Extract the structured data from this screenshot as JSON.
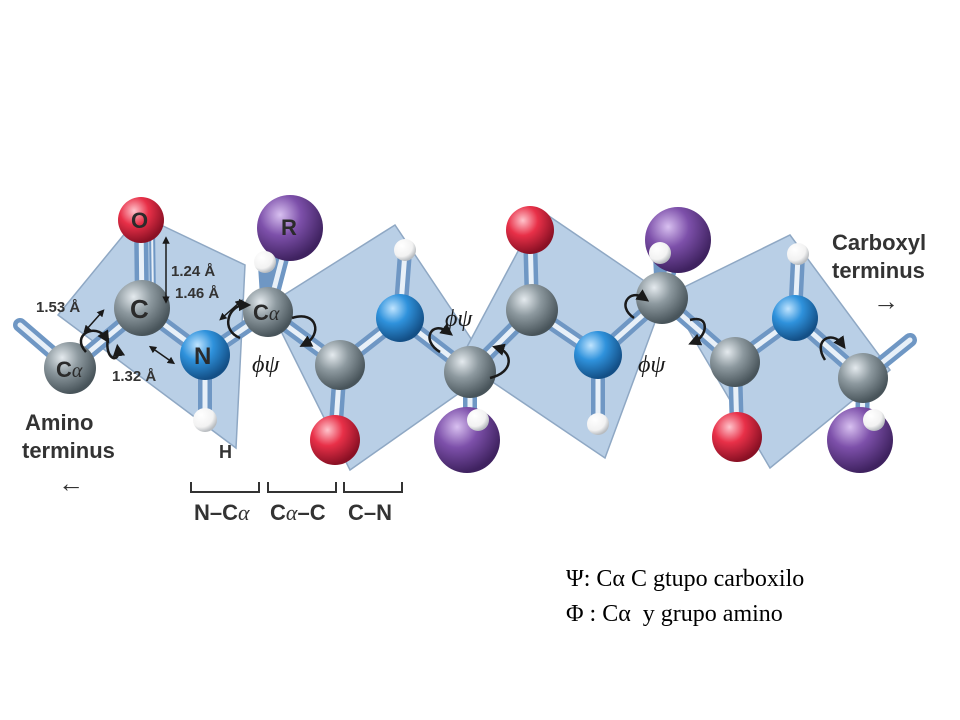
{
  "atoms": {
    "O": "O",
    "C": "C",
    "N": "N",
    "R": "R",
    "H": "H",
    "C_alpha_base": "C",
    "alpha": "α"
  },
  "distances": {
    "d1": "1.53 Å",
    "d2": "1.24 Å",
    "d3": "1.46 Å",
    "d4": "1.32 Å"
  },
  "terminus": {
    "amino_line1": "Amino",
    "amino_line2": "terminus",
    "amino_arrow": "←",
    "carboxyl_line1": "Carboxyl",
    "carboxyl_line2": "terminus",
    "carboxyl_arrow": "→"
  },
  "angles": {
    "phi": "ϕ",
    "psi": "ψ"
  },
  "bonds": {
    "n_ca_prefix": "N–C",
    "ca_c_prefix": "C",
    "ca_c_suffix": "–C",
    "c_n": "C–N"
  },
  "legend": {
    "line1": "Ψ: Cα C gtupo carboxilo",
    "line2": "Φ : Cα  y grupo amino"
  },
  "colors": {
    "plane": "#b9cfe6",
    "carbon": "#8a969c",
    "nitrogen": "#2e8fd8",
    "oxygen": "#e8304a",
    "r_group": "#7b4fa8",
    "hydrogen": "#ffffff"
  }
}
